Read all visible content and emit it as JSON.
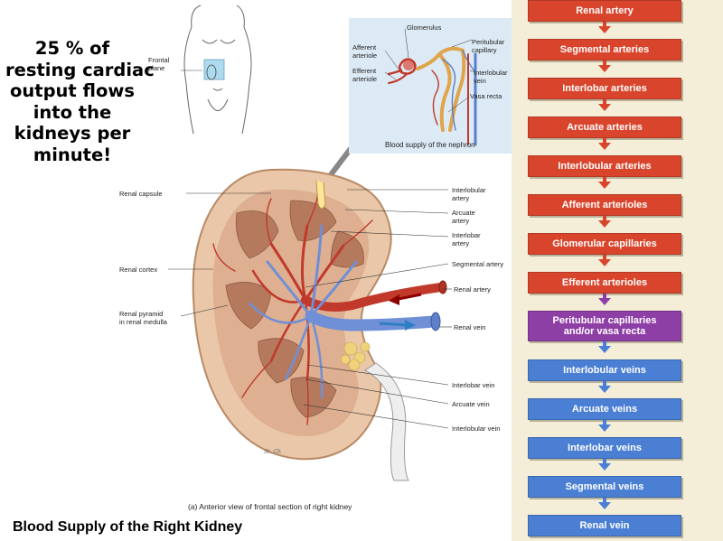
{
  "stat_callout": {
    "lines": [
      "25 % of",
      "resting cardiac",
      "output flows",
      "into the",
      "kidneys per",
      "minute!"
    ]
  },
  "figure_caption": "Blood Supply of the Right Kidney",
  "figure_subcaption": "(a) Anterior view of frontal section of right kidney",
  "body_inset": {
    "label_line1": "Frontal",
    "label_line2": "plane"
  },
  "nephron_inset": {
    "title": "Blood supply of the nephron",
    "labels": {
      "glomerulus": "Glomerulus",
      "afferent": [
        "Afferent",
        "arteriole"
      ],
      "efferent": [
        "Efferent",
        "arteriole"
      ],
      "peritubular": [
        "Peritubular",
        "capillary"
      ],
      "interlobular_vein": [
        "Interlobular",
        "vein"
      ],
      "vasa_recta": "Vasa recta"
    }
  },
  "kidney_labels": {
    "left": {
      "renal_capsule": "Renal capsule",
      "renal_cortex": "Renal cortex",
      "renal_pyramid": [
        "Renal pyramid",
        "in renal medulla"
      ]
    },
    "right": {
      "interlobular_artery": [
        "Interlobular",
        "artery"
      ],
      "arcuate_artery": [
        "Arcuate",
        "artery"
      ],
      "interlobar_artery": [
        "Interlobar",
        "artery"
      ],
      "segmental_artery": "Segmental artery",
      "renal_artery": "Renal artery",
      "renal_vein": "Renal vein",
      "interlobar_vein": "Interlobar vein",
      "arcuate_vein": "Arcuate vein",
      "interlobular_vein": "Interlobular vein"
    },
    "signature": "St. Gh"
  },
  "flowchart": {
    "colors": {
      "artery": "#d9452c",
      "capillary": "#8e3fa6",
      "vein": "#4a7fd4",
      "background": "#f4eed8"
    },
    "steps": [
      {
        "label": "Renal artery",
        "kind": "artery"
      },
      {
        "label": "Segmental arteries",
        "kind": "artery"
      },
      {
        "label": "Interlobar arteries",
        "kind": "artery"
      },
      {
        "label": "Arcuate arteries",
        "kind": "artery"
      },
      {
        "label": "Interlobular arteries",
        "kind": "artery"
      },
      {
        "label": "Afferent arterioles",
        "kind": "artery"
      },
      {
        "label": "Glomerular capillaries",
        "kind": "artery"
      },
      {
        "label": "Efferent arterioles",
        "kind": "artery"
      },
      {
        "label": "Peritubular capillaries and/or vasa recta",
        "line1": "Peritubular capillaries",
        "line2": "and/or vasa recta",
        "kind": "capillary"
      },
      {
        "label": "Interlobular veins",
        "kind": "vein"
      },
      {
        "label": "Arcuate veins",
        "kind": "vein"
      },
      {
        "label": "Interlobar veins",
        "kind": "vein"
      },
      {
        "label": "Segmental veins",
        "kind": "vein"
      },
      {
        "label": "Renal vein",
        "kind": "vein"
      }
    ]
  }
}
